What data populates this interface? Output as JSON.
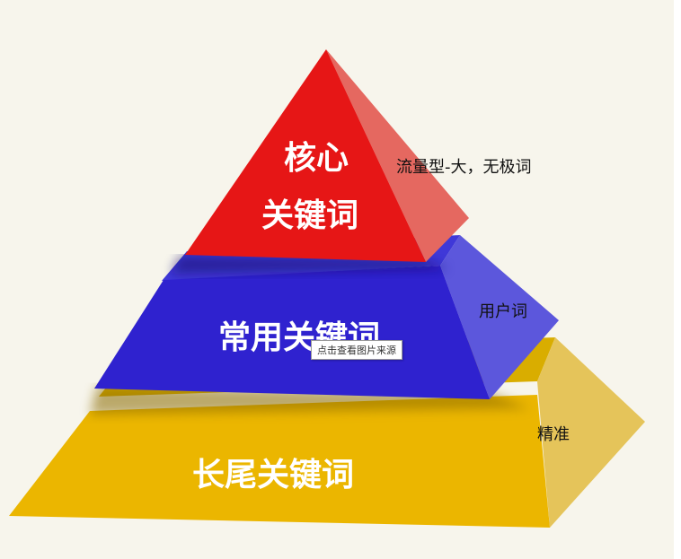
{
  "diagram": {
    "tiers": [
      {
        "id": "core",
        "lines": [
          "核心",
          "关键词"
        ],
        "side_label": "流量型-大，无极词",
        "color": "#e81c1c"
      },
      {
        "id": "common",
        "lines": [
          "常用关键词"
        ],
        "side_label": "用户词",
        "color": "#3225d0"
      },
      {
        "id": "longtail",
        "lines": [
          "长尾关键词"
        ],
        "side_label": "精准",
        "color": "#e6b800"
      }
    ],
    "tooltip": "点击查看图片来源"
  }
}
